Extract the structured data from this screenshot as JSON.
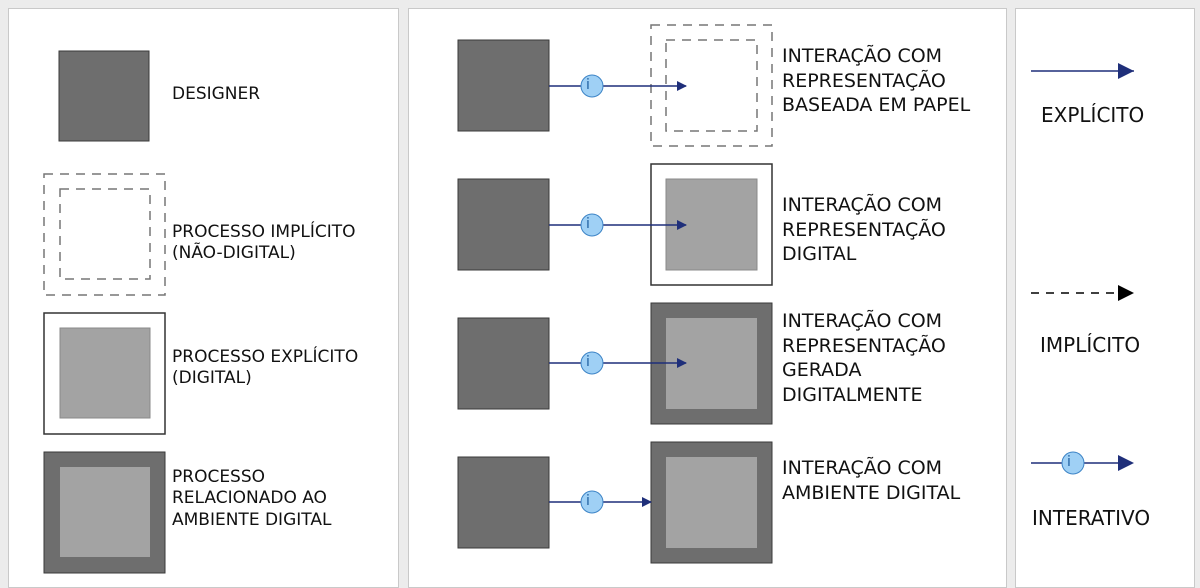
{
  "colors": {
    "designer_fill": "#6e6e6e",
    "designer_stroke": "#3a3a3a",
    "digital_inner": "#a3a3a3",
    "dashed_stroke": "#777777",
    "arrow_blue": "#1f2f7a",
    "interactive_circle": "#9fd0f5",
    "interactive_circle_stroke": "#3d84c6",
    "implicit_arrow": "#000000"
  },
  "legend": {
    "designer": "DESIGNER",
    "implicit_process": [
      "PROCESSO IMPLÍCITO",
      "(NÃO-DIGITAL)"
    ],
    "explicit_process": [
      "PROCESSO EXPLÍCITO",
      "(DIGITAL)"
    ],
    "environment_process": [
      "PROCESSO",
      "RELACIONADO AO",
      "AMBIENTE DIGITAL"
    ]
  },
  "interactions": [
    {
      "icon": "i",
      "lines": [
        "INTERAÇÃO COM",
        "REPRESENTAÇÃO",
        "BASEADA EM PAPEL"
      ]
    },
    {
      "icon": "i",
      "lines": [
        "INTERAÇÃO COM",
        "REPRESENTAÇÃO",
        "DIGITAL"
      ]
    },
    {
      "icon": "i",
      "lines": [
        "INTERAÇÃO COM",
        "REPRESENTAÇÃO",
        "GERADA",
        "DIGITALMENTE"
      ]
    },
    {
      "icon": "i",
      "lines": [
        "INTERAÇÃO COM",
        "AMBIENTE DIGITAL"
      ]
    }
  ],
  "arrows": {
    "explicit": "EXPLÍCITO",
    "implicit": "IMPLÍCITO",
    "interactive": "INTERATIVO",
    "icon": "i"
  }
}
